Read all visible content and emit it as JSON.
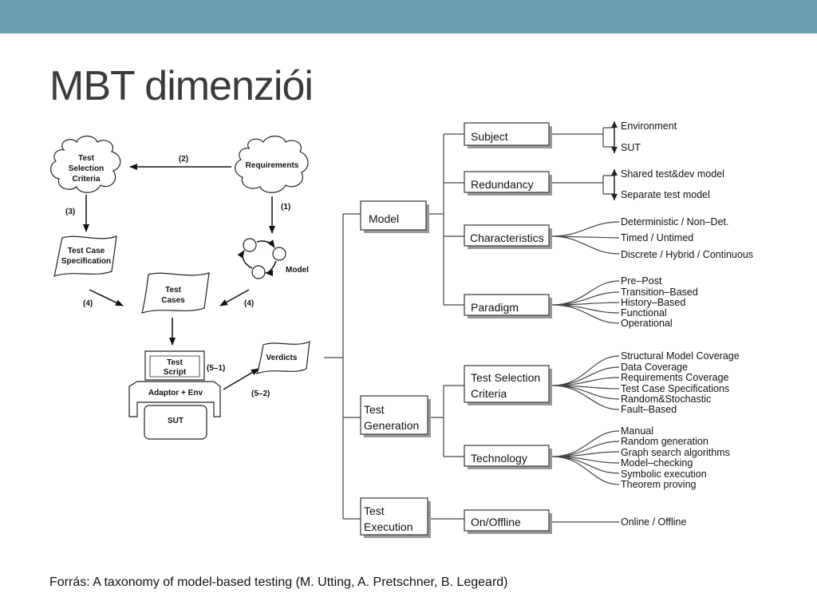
{
  "slide": {
    "title": "MBT dimenziói",
    "source": "Forrás: A taxonomy of model-based testing (M. Utting, A. Pretschner, B. Legeard)"
  },
  "process": {
    "test_selection_criteria": [
      "Test",
      "Selection",
      "Criteria"
    ],
    "requirements": "Requirements",
    "test_case_specification": [
      "Test Case",
      "Specification"
    ],
    "model": "Model",
    "test_cases": [
      "Test",
      "Cases"
    ],
    "test_script": [
      "Test",
      "Script"
    ],
    "adaptor_env": "Adaptor + Env",
    "sut": "SUT",
    "verdicts": "Verdicts",
    "step_1": "(1)",
    "step_2": "(2)",
    "step_3": "(3)",
    "step_4_left": "(4)",
    "step_4_right": "(4)",
    "step_5_1": "(5–1)",
    "step_5_2": "(5–2)"
  },
  "taxonomy": {
    "model": {
      "label": "Model",
      "subject": {
        "label": "Subject",
        "items": [
          "Environment",
          "SUT"
        ]
      },
      "redundancy": {
        "label": "Redundancy",
        "items": [
          "Shared test&dev model",
          "Separate test model"
        ]
      },
      "characteristics": {
        "label": "Characteristics",
        "items": [
          "Deterministic / Non–Det.",
          "Timed / Untimed",
          "Discrete / Hybrid / Continuous"
        ]
      },
      "paradigm": {
        "label": "Paradigm",
        "items": [
          "Pre–Post",
          "Transition–Based",
          "History–Based",
          "Functional",
          "Operational"
        ]
      }
    },
    "test_generation": {
      "label": [
        "Test",
        "Generation"
      ],
      "selection_criteria": {
        "label": [
          "Test Selection",
          "Criteria"
        ],
        "items": [
          "Structural Model Coverage",
          "Data Coverage",
          "Requirements Coverage",
          "Test Case Specifications",
          "Random&Stochastic",
          "Fault–Based"
        ]
      },
      "technology": {
        "label": "Technology",
        "items": [
          "Manual",
          "Random generation",
          "Graph search algorithms",
          "Model–checking",
          "Symbolic execution",
          "Theorem proving"
        ]
      }
    },
    "test_execution": {
      "label": [
        "Test",
        "Execution"
      ],
      "on_offline": {
        "label": "On/Offline",
        "items": [
          "Online / Offline"
        ]
      }
    }
  }
}
